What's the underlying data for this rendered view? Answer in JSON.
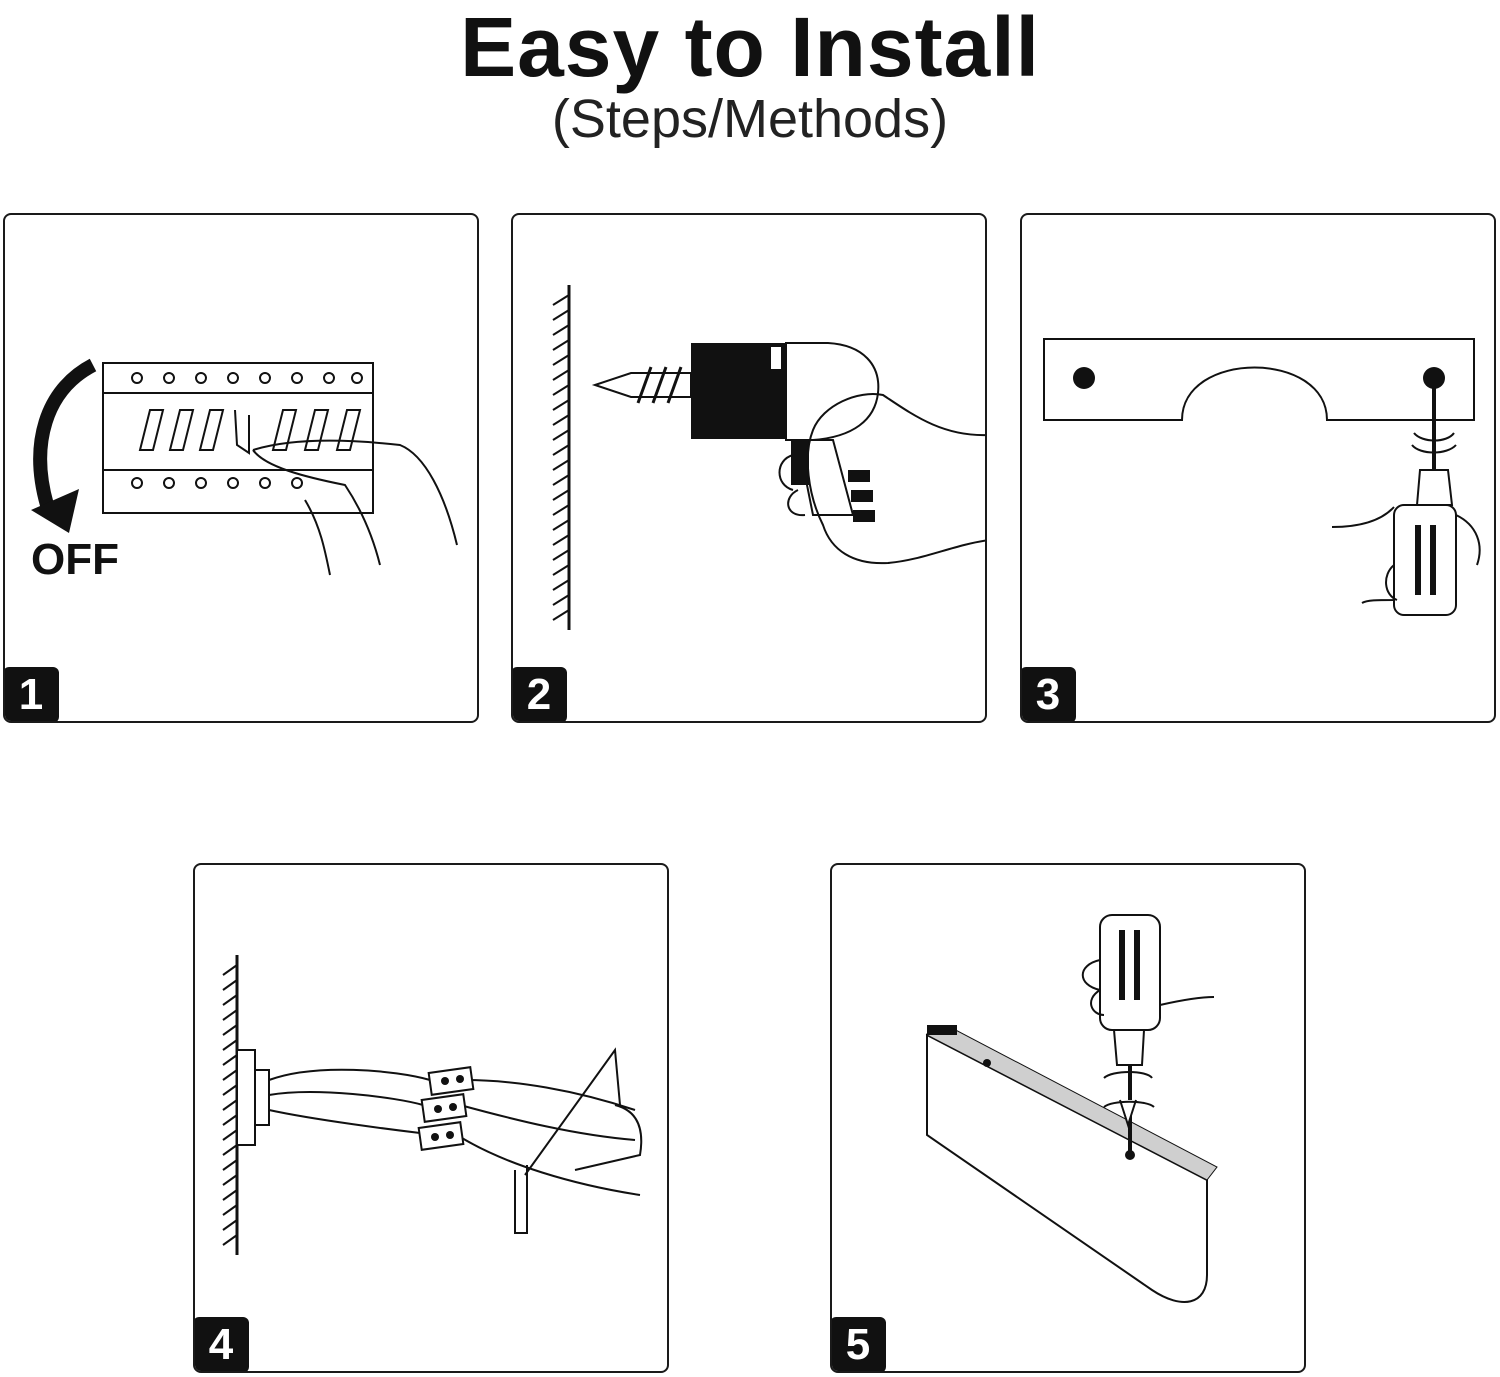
{
  "header": {
    "title": "Easy to Install",
    "subtitle": "(Steps/Methods)"
  },
  "steps": [
    {
      "number": "1",
      "label": "OFF"
    },
    {
      "number": "2"
    },
    {
      "number": "3"
    },
    {
      "number": "4"
    },
    {
      "number": "5"
    }
  ],
  "colors": {
    "ink": "#111111",
    "background": "#ffffff",
    "badge": "#111111"
  }
}
